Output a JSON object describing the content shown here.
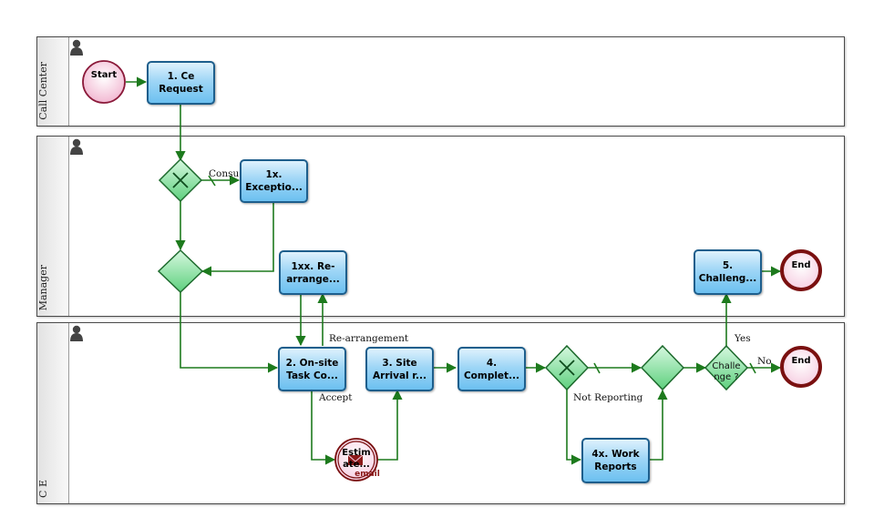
{
  "lanes": [
    {
      "title": "Call Center"
    },
    {
      "title": "Manager"
    },
    {
      "title": "C E"
    }
  ],
  "events": {
    "start": "Start",
    "end_challenge": "End",
    "end_no": "End",
    "estimate_line1": "Estim",
    "estimate_line2": "ate...",
    "estimate_tag": "email"
  },
  "tasks": {
    "t1": {
      "line1": "1. Ce",
      "line2": "Request"
    },
    "t1x": {
      "line1": "1x.",
      "line2": "Exceptio..."
    },
    "t1xx": {
      "line1": "1xx. Re-",
      "line2": "arrange..."
    },
    "t2": {
      "line1": "2. On-site",
      "line2": "Task Co..."
    },
    "t3": {
      "line1": "3. Site",
      "line2": "Arrival r..."
    },
    "t4": {
      "line1": "4.",
      "line2": "Complet..."
    },
    "t4x": {
      "line1": "4x. Work",
      "line2": "Reports"
    },
    "t5": {
      "line1": "5.",
      "line2": "Challeng..."
    }
  },
  "gateways": {
    "challenge_line1": "Challe",
    "challenge_line2": "nge ?"
  },
  "labels": {
    "consult": "Consult",
    "rearrangement": "Re-arrangement",
    "accept": "Accept",
    "not_reporting": "Not Reporting",
    "yes": "Yes",
    "no": "No"
  },
  "colors": {
    "flow": "#1d7a1d",
    "task_border": "#1d5e8c",
    "start_fill": "#f6c9de",
    "end_border": "#7a1010",
    "gateway_fill": "#7fe09a"
  }
}
